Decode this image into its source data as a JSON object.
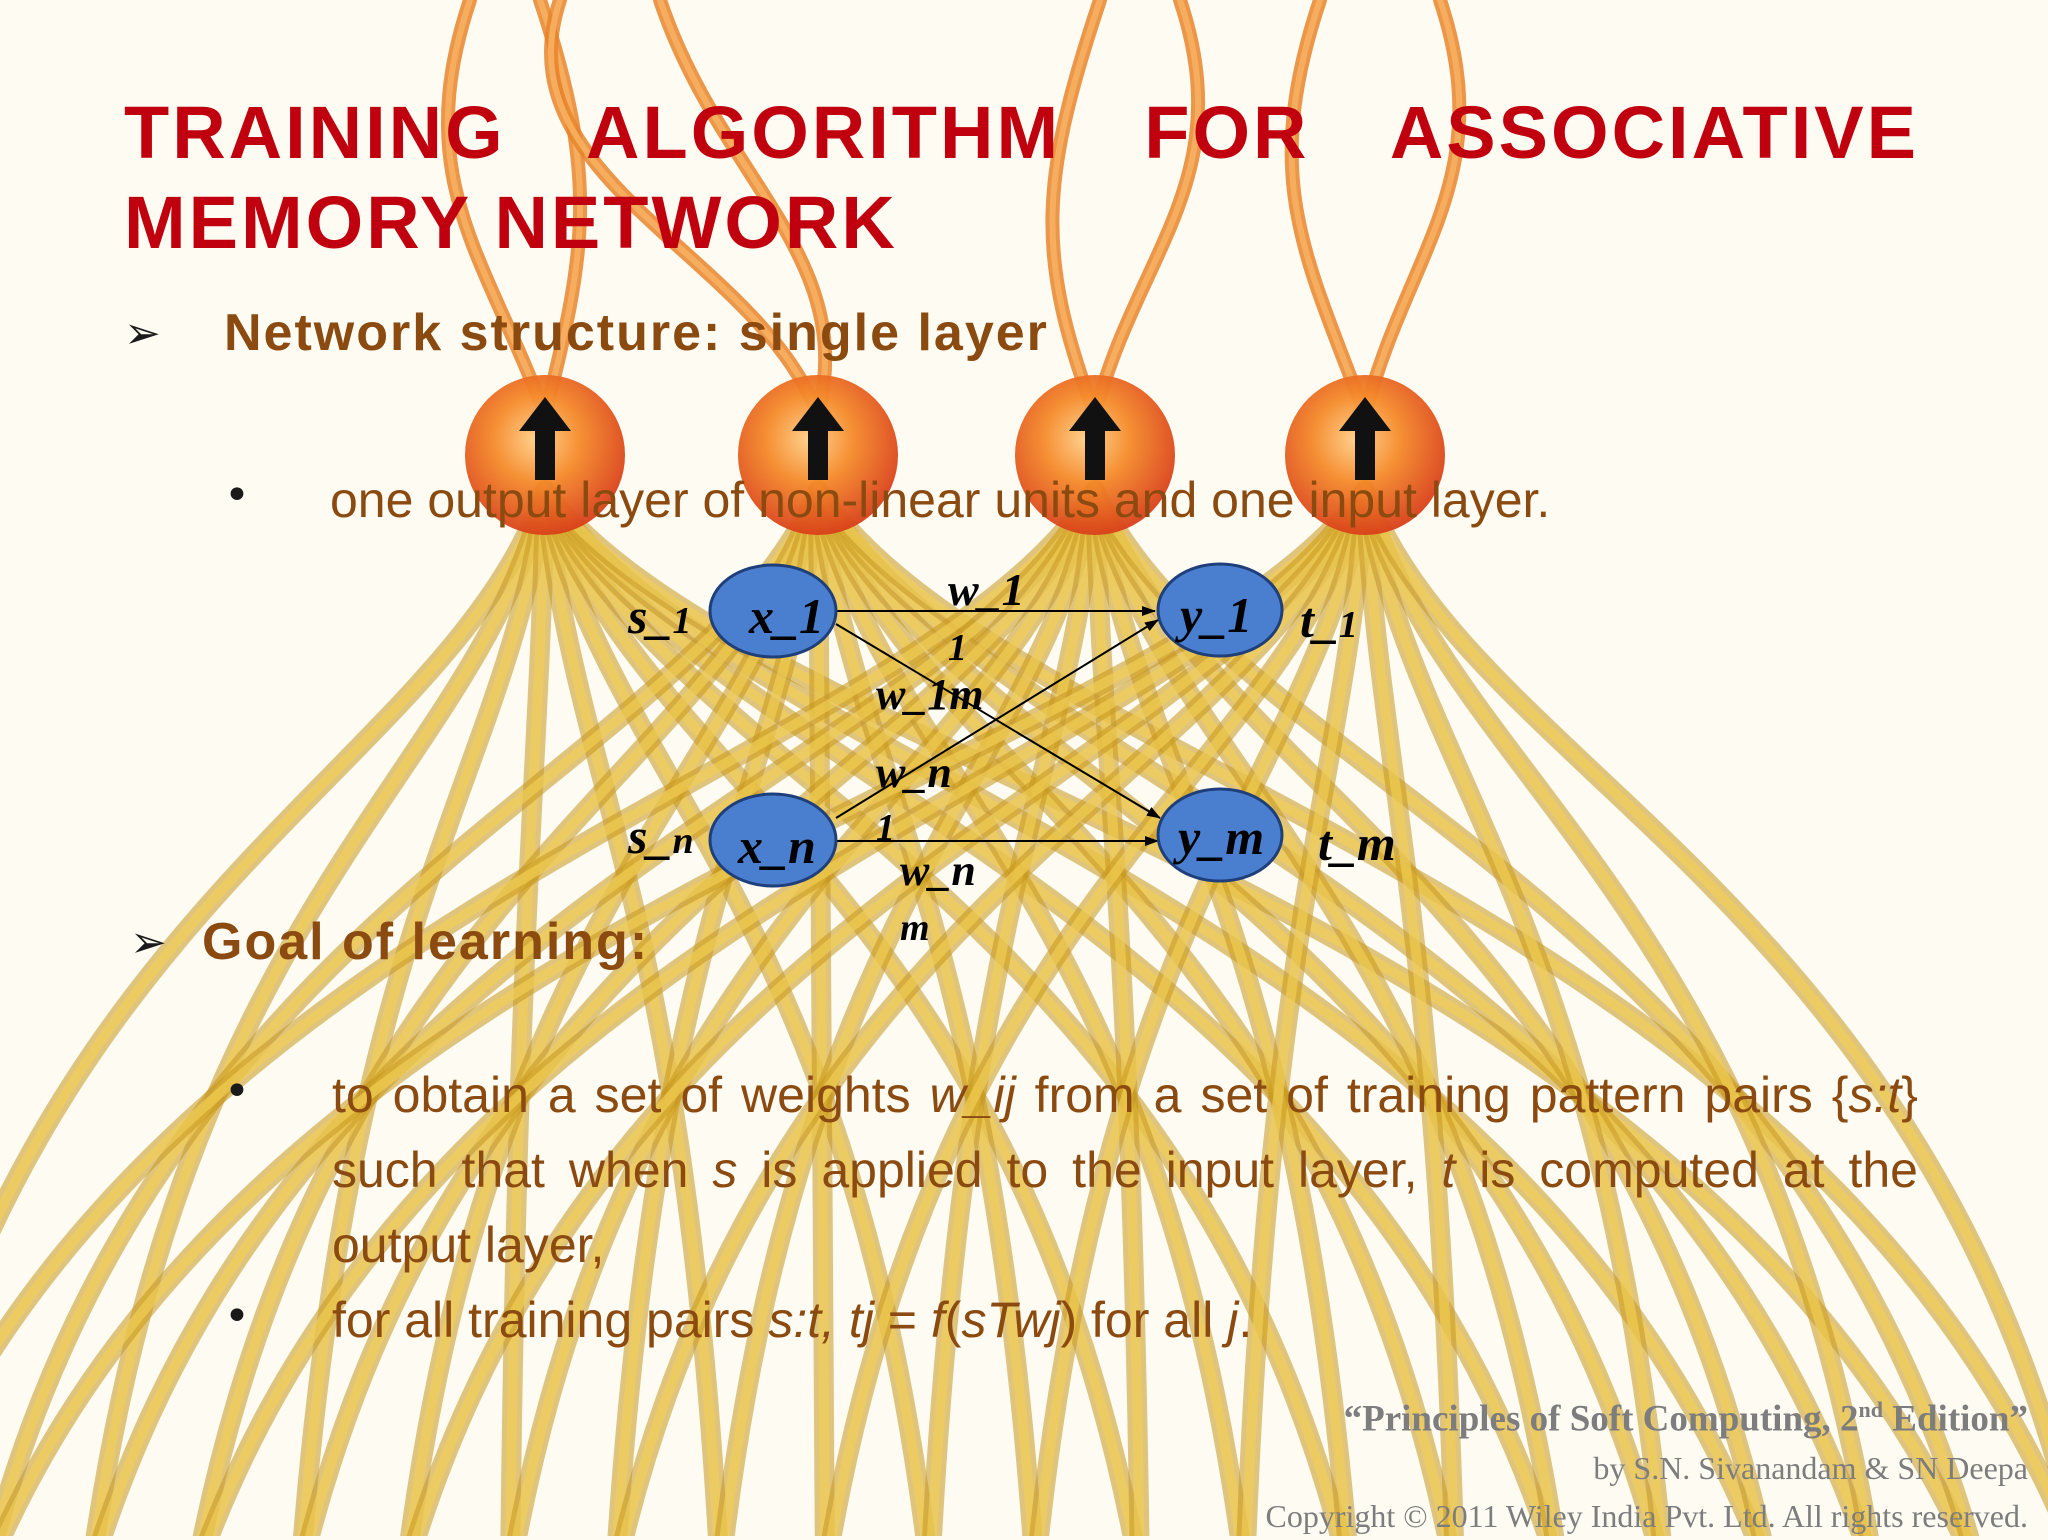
{
  "slide": {
    "title": "TRAINING ALGORITHM FOR ASSOCIATIVE MEMORY NETWORK",
    "section1": {
      "bullet_icon": "arrow-bullet-icon",
      "heading": "Network structure: single layer",
      "points": [
        "one output layer of non-linear units and one input layer."
      ]
    },
    "section2": {
      "bullet_icon": "arrow-bullet-icon",
      "heading": "Goal of learning:",
      "point1": {
        "a": "to obtain a set of weights ",
        "b": "w_ij",
        "c": " from a set of training pattern pairs {",
        "d": "s:t",
        "e": "} such that when ",
        "f": "s",
        "g": " is applied to the input layer, ",
        "h": "t",
        "i": " is computed at the output layer,"
      },
      "point2": {
        "a": "for all training pairs ",
        "b": "s:t, tj",
        "c": " = ",
        "d": "f",
        "e": "(",
        "f": "sTwj",
        "g": ") for all ",
        "h": "j",
        "i": "."
      }
    },
    "citation": {
      "open_quote": "“",
      "book": "Principles of Soft Computing, 2",
      "sup": "nd",
      "book_end": " Edition",
      "close_quote": "”",
      "authors": "by S.N. Sivanandam & SN Deepa",
      "copyright": "Copyright © 2011 Wiley India Pvt. Ltd.  All rights reserved."
    }
  },
  "diagram": {
    "node_x1": "x_1",
    "node_xn": "x_n",
    "node_y1": "y_1",
    "node_ym": "y_m",
    "s1_main": "s_",
    "s1_sub": "1",
    "sn_main": "s_",
    "sn_sub": "n",
    "t1_main": "t_",
    "t1_sub": "1",
    "tm": "t_m",
    "w11_a": "w_1",
    "w11_b": "1",
    "w1m": "w_1m",
    "wn1_a": "w_n",
    "wn1_b": "1",
    "wnm_a": "w_n",
    "wnm_b": "m"
  },
  "colors": {
    "title": "#c0000e",
    "body_text": "#8b4a10",
    "node_fill": "#4a7fd0",
    "citation": "#7d7d7d"
  }
}
